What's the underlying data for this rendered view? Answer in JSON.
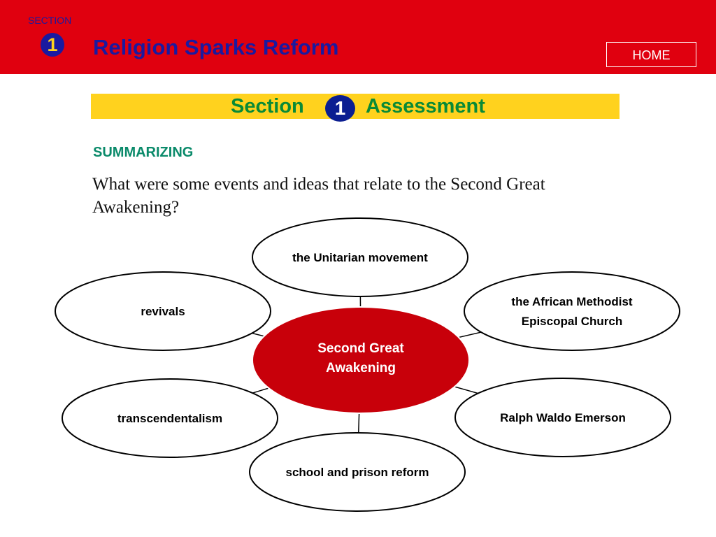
{
  "header": {
    "section_label": "SECTION",
    "section_number": "1",
    "title": "Religion Sparks Reform",
    "home_label": "HOME"
  },
  "assessment": {
    "left": "Section",
    "number": "1",
    "right": "Assessment"
  },
  "summarizing": "SUMMARIZING",
  "question": "What were some events and ideas that relate to the Second Great Awakening?",
  "diagram": {
    "center_lines": [
      "Second Great",
      "Awakening"
    ],
    "nodes": [
      {
        "lines": [
          "the Unitarian movement"
        ]
      },
      {
        "lines": [
          "revivals"
        ]
      },
      {
        "lines": [
          "the African Methodist",
          "Episcopal Church"
        ]
      },
      {
        "lines": [
          "transcendentalism"
        ]
      },
      {
        "lines": [
          "Ralph Waldo Emerson"
        ]
      },
      {
        "lines": [
          "school and prison reform"
        ]
      }
    ]
  },
  "colors": {
    "header_red": "#e0000f",
    "title_blue": "#1a1aa0",
    "assess_yellow": "#ffd21e",
    "assess_green": "#0a8a36",
    "center_red": "#c8000a"
  }
}
